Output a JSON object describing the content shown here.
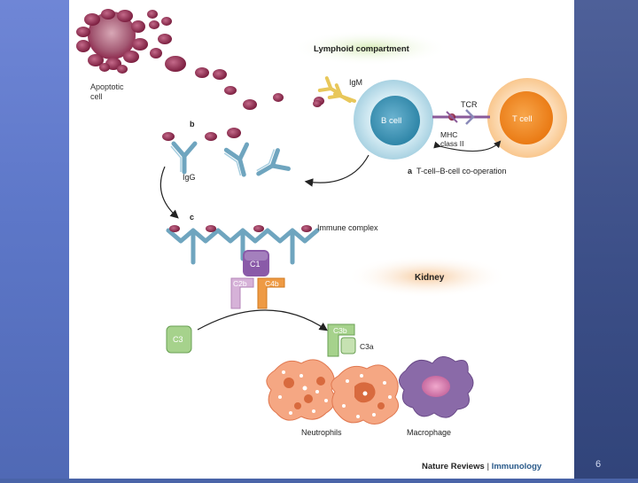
{
  "labels": {
    "apoptotic": [
      "Apoptotic",
      "cell"
    ],
    "lymphoid": "Lymphoid compartment",
    "igm": "IgM",
    "tcr": "TCR",
    "bcell": "B cell",
    "tcell": "T cell",
    "mhc": [
      "MHC",
      "class II"
    ],
    "panel_a_letter": "a",
    "panel_a_text": "T-cell–B-cell co-operation",
    "panel_b": "b",
    "igg": "IgG",
    "panel_c": "c",
    "immune_complex": "Immune complex",
    "c1": "C1",
    "c2b": "C2b",
    "c4b": "C4b",
    "kidney": "Kidney",
    "c3": "C3",
    "c3b": "C3b",
    "c3a": "C3a",
    "neutrophils": "Neutrophils",
    "macrophage": "Macrophage"
  },
  "footer": {
    "journal": "Nature Reviews",
    "separator": " | ",
    "section": "Immunology"
  },
  "page_number": "6",
  "colors": {
    "apoptotic": "#8e2a4e",
    "antibody": "#6fa5bf",
    "bcell": "#3b8fb0",
    "tcell": "#f08a1e",
    "c1": "#7a4a9a",
    "c2b": "#c79ac8",
    "c4b": "#e38a2e",
    "c3": "#7cb26a",
    "neutrophil": "#f08a5a",
    "macrophage": "#8a6aa8"
  }
}
